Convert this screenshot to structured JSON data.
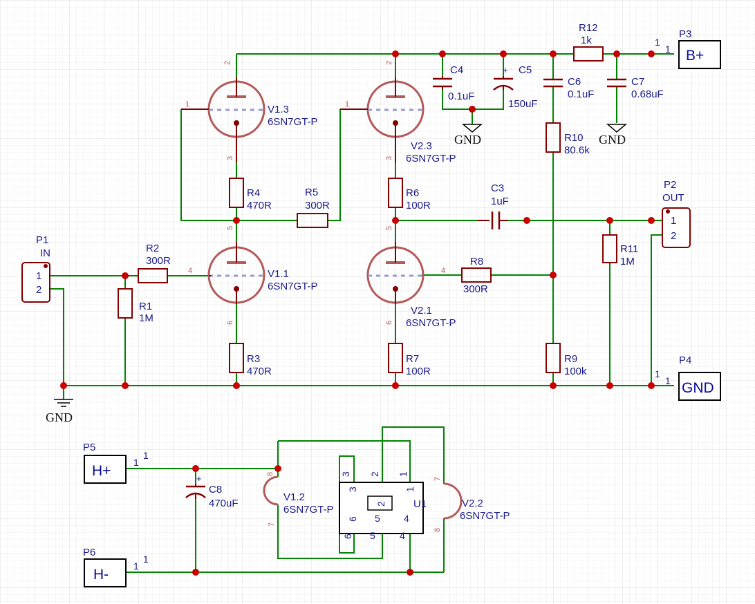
{
  "labels": {
    "P1": {
      "ref": "P1",
      "value": "IN",
      "pins": [
        "1",
        "2"
      ]
    },
    "P2": {
      "ref": "P2",
      "value": "OUT",
      "pins": [
        "1",
        "2"
      ]
    },
    "P3": {
      "ref": "P3",
      "value": "B+",
      "pin": "1"
    },
    "P4": {
      "ref": "P4",
      "value": "GND",
      "pin": "1"
    },
    "P5": {
      "ref": "P5",
      "value": "H+",
      "pin": "1"
    },
    "P6": {
      "ref": "P6",
      "value": "H-",
      "pin": "1"
    },
    "R1": {
      "ref": "R1",
      "value": "1M"
    },
    "R2": {
      "ref": "R2",
      "value": "300R"
    },
    "R3": {
      "ref": "R3",
      "value": "470R"
    },
    "R4": {
      "ref": "R4",
      "value": "470R"
    },
    "R5": {
      "ref": "R5",
      "value": "300R"
    },
    "R6": {
      "ref": "R6",
      "value": "100R"
    },
    "R7": {
      "ref": "R7",
      "value": "100R"
    },
    "R8": {
      "ref": "R8",
      "value": "300R"
    },
    "R9": {
      "ref": "R9",
      "value": "100k"
    },
    "R10": {
      "ref": "R10",
      "value": "80.6k"
    },
    "R11": {
      "ref": "R11",
      "value": "1M"
    },
    "R12": {
      "ref": "R12",
      "value": "1k"
    },
    "C3": {
      "ref": "C3",
      "value": "1uF"
    },
    "C4": {
      "ref": "C4",
      "value": "0.1uF"
    },
    "C5": {
      "ref": "C5",
      "value": "150uF"
    },
    "C6": {
      "ref": "C6",
      "value": "0.1uF"
    },
    "C7": {
      "ref": "C7",
      "value": "0.68uF"
    },
    "C8": {
      "ref": "C8",
      "value": "470uF"
    },
    "V1_1": {
      "ref": "V1.1",
      "value": "6SN7GT-P"
    },
    "V1_2": {
      "ref": "V1.2",
      "value": "6SN7GT-P"
    },
    "V1_3": {
      "ref": "V1.3",
      "value": "6SN7GT-P"
    },
    "V2_1": {
      "ref": "V2.1",
      "value": "6SN7GT-P"
    },
    "V2_2": {
      "ref": "V2.2",
      "value": "6SN7GT-P"
    },
    "V2_3": {
      "ref": "V2.3",
      "value": "6SN7GT-P"
    },
    "U1": {
      "ref": "U1"
    },
    "gnd": "GND",
    "plus": "+",
    "tube_pins": {
      "anode": "2",
      "grid": "1",
      "cathode": "3",
      "anode_b": "5",
      "grid_b": "4",
      "cathode_b": "6",
      "heater_a": "8",
      "heater_b": "7"
    },
    "u1_pins": [
      "1",
      "2",
      "3",
      "4",
      "5",
      "6"
    ]
  }
}
